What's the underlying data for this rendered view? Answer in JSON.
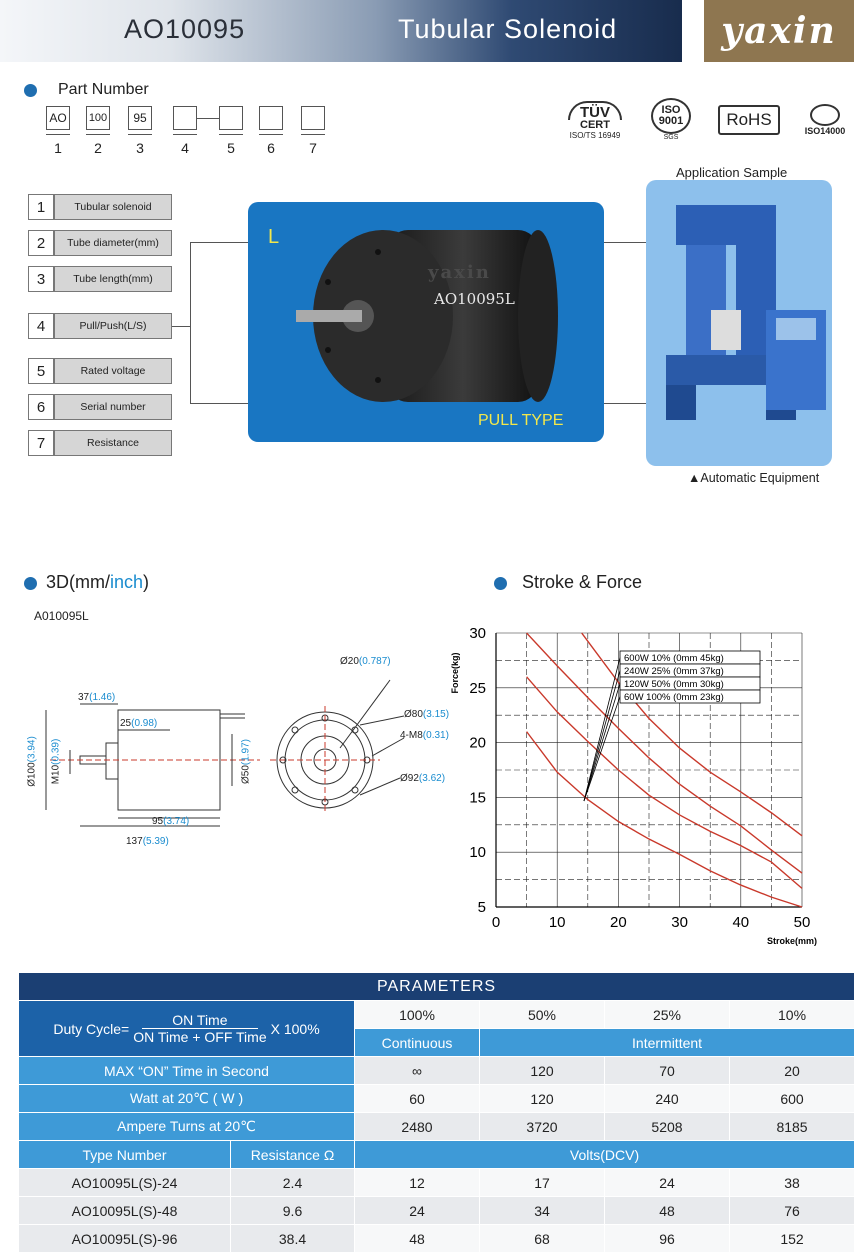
{
  "header": {
    "model": "AO10095",
    "title": "Tubular Solenoid",
    "logo": "yaxin"
  },
  "part_number": {
    "title": "Part Number",
    "boxes": [
      "AO",
      "100",
      "95",
      "",
      "",
      "",
      ""
    ],
    "indices": [
      "1",
      "2",
      "3",
      "4",
      "5",
      "6",
      "7"
    ]
  },
  "certs": {
    "tuv": "TÜV",
    "tuv_sub": "CERT",
    "tuv_cap": "ISO/TS 16949",
    "iso": "ISO\n9001",
    "iso_cap": "SGS",
    "rohs": "RoHS",
    "iso14000": "ISO14000"
  },
  "legend": [
    {
      "num": "1",
      "label": "Tubular solenoid"
    },
    {
      "num": "2",
      "label": "Tube diameter(mm)"
    },
    {
      "num": "3",
      "label": "Tube length(mm)"
    },
    {
      "num": "4",
      "label": "Pull/Push(L/S)"
    },
    {
      "num": "5",
      "label": "Rated voltage"
    },
    {
      "num": "6",
      "label": "Serial number"
    },
    {
      "num": "7",
      "label": "Resistance"
    }
  ],
  "product": {
    "letter": "L",
    "brand": "yaxin",
    "model": "AO10095L",
    "type": "PULL TYPE"
  },
  "application": {
    "title": "Application Sample",
    "caption": "▲Automatic Equipment"
  },
  "dims": {
    "title_a": "3D(mm/",
    "title_b": "inch",
    "title_c": ")",
    "model": "A010095L",
    "d37": "37",
    "d37i": "(1.46)",
    "d25": "25",
    "d25i": "(0.98)",
    "d95": "95",
    "d95i": "(3.74)",
    "d137": "137",
    "d137i": "(5.39)",
    "d100": "Ø100",
    "d100i": "(3.94)",
    "m10": "M10",
    "m10i": "(0.39)",
    "d50": "Ø50",
    "d50i": "(1.97)",
    "d20": "Ø20",
    "d20i": "(0.787)",
    "d80": "Ø80",
    "d80i": "(3.15)",
    "m8": "4-M8",
    "m8i": "(0.31)",
    "d92": "Ø92",
    "d92i": "(3.62)"
  },
  "chart_title": "Stroke & Force",
  "chart_data": {
    "type": "line",
    "xlabel": "Stroke(mm)",
    "ylabel": "Force(kg)",
    "xlim": [
      0,
      50
    ],
    "ylim": [
      5,
      30
    ],
    "xticks": [
      0,
      10,
      20,
      30,
      40,
      50
    ],
    "yticks": [
      5,
      10,
      15,
      20,
      25,
      30
    ],
    "grid": true,
    "series": [
      {
        "name": "600W 10% (0mm 45kg)",
        "x": [
          14,
          20,
          25,
          30,
          35,
          40,
          45,
          50
        ],
        "y": [
          30,
          25.5,
          22.2,
          19.5,
          17.3,
          15.5,
          13.6,
          11.5
        ]
      },
      {
        "name": "240W 25% (0mm 37kg)",
        "x": [
          5,
          10,
          15,
          20,
          25,
          30,
          35,
          40,
          45,
          50
        ],
        "y": [
          30,
          27,
          24.1,
          21.3,
          18.6,
          16.2,
          14.2,
          12.4,
          10.2,
          8.1
        ]
      },
      {
        "name": "120W 50% (0mm 30kg)",
        "x": [
          5,
          10,
          15,
          20,
          25,
          30,
          35,
          40,
          45,
          50
        ],
        "y": [
          26,
          22.8,
          20.1,
          17.5,
          15.2,
          13.4,
          11.9,
          10.6,
          9.1,
          6.7
        ]
      },
      {
        "name": "60W 100% (0mm 23kg)",
        "x": [
          5,
          10,
          15,
          20,
          25,
          30,
          35,
          40,
          45,
          50
        ],
        "y": [
          21,
          17.3,
          14.8,
          12.8,
          11.2,
          9.8,
          8.3,
          7.0,
          5.9,
          5.0
        ]
      }
    ],
    "legend_position": "top-right"
  },
  "params": {
    "title": "PARAMETERS",
    "duty_label": "Duty Cycle=",
    "duty_num": "ON Time",
    "duty_den": "ON Time + OFF Time",
    "duty_mult": "X 100%",
    "duty_values": [
      "100%",
      "50%",
      "25%",
      "10%"
    ],
    "continuous": "Continuous",
    "intermittent": "Intermittent",
    "rows": [
      {
        "label": "MAX “ON” Time in Second",
        "values": [
          "∞",
          "120",
          "70",
          "20"
        ]
      },
      {
        "label": "Watt at 20℃ ( W )",
        "values": [
          "60",
          "120",
          "240",
          "600"
        ]
      },
      {
        "label": "Ampere Turns at 20℃",
        "values": [
          "2480",
          "3720",
          "5208",
          "8185"
        ]
      }
    ],
    "type_header": "Type Number",
    "res_header": "Resistance Ω",
    "volts_header": "Volts(DCV)",
    "types": [
      {
        "name": "AO10095L(S)-24",
        "res": "2.4",
        "volts": [
          "12",
          "17",
          "24",
          "38"
        ]
      },
      {
        "name": "AO10095L(S)-48",
        "res": "9.6",
        "volts": [
          "24",
          "34",
          "48",
          "76"
        ]
      },
      {
        "name": "AO10095L(S)-96",
        "res": "38.4",
        "volts": [
          "48",
          "68",
          "96",
          "152"
        ]
      }
    ]
  },
  "colors": {
    "accent": "#1f6eb0",
    "panel": "#1976c2",
    "curve": "#c9392b",
    "dim_blue": "#1a8ccf"
  }
}
